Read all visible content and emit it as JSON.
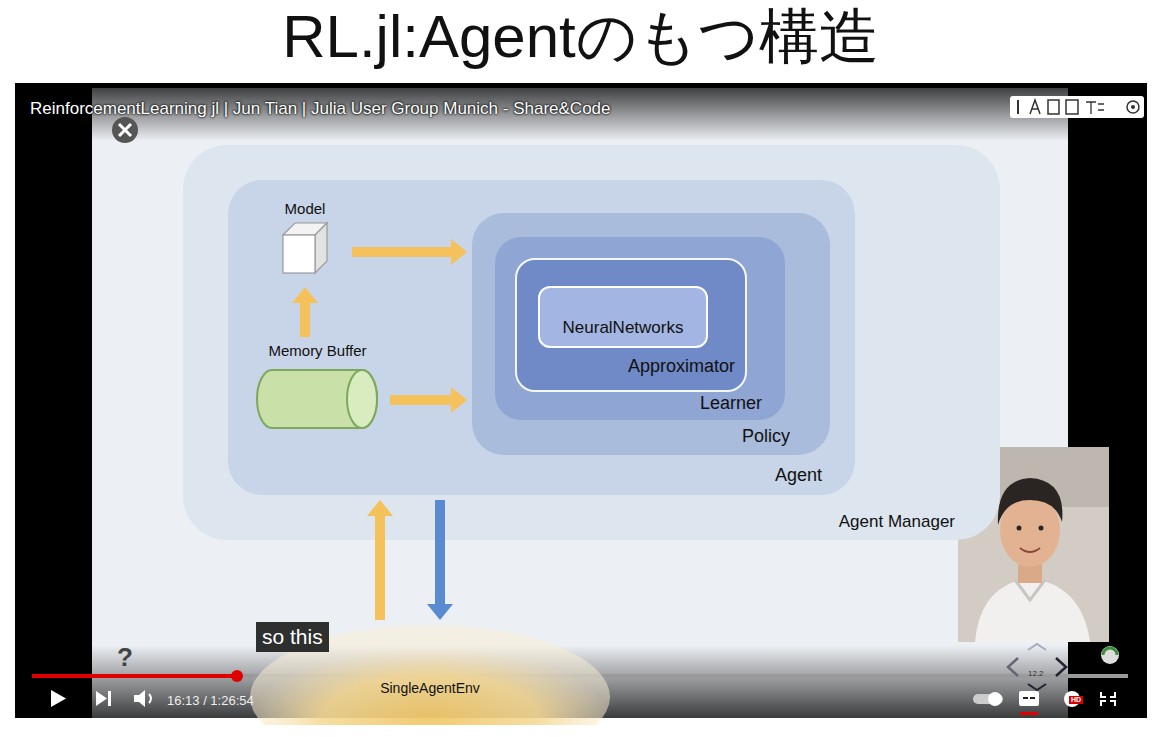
{
  "diagram": {
    "title": "RL.jl:Agentのもつ構造",
    "nodes": [
      {
        "text": [
          "Agent Manager"
        ]
      },
      {
        "text": [
          "Agent"
        ],
        "in": 0
      },
      {
        "text": [
          "Model"
        ],
        "in": 1
      },
      {
        "text": [
          "Memory Buffer"
        ],
        "in": 1
      },
      {
        "text": [
          "Policy"
        ],
        "in": 1
      },
      {
        "text": [
          "Learner"
        ],
        "in": 4
      },
      {
        "text": [
          "Approximator"
        ],
        "in": 5
      },
      {
        "text": [
          "NeuralNetworks"
        ],
        "in": 6
      },
      {
        "text": [
          "SingleAgentEnv"
        ]
      }
    ],
    "edges": [
      {
        "from": 3,
        "to": 2,
        "arrow": "to"
      },
      {
        "from": 2,
        "to": 4,
        "arrow": "to"
      },
      {
        "from": 3,
        "to": 4,
        "arrow": "to"
      },
      {
        "from": 8,
        "to": 1,
        "arrow": "to"
      },
      {
        "from": 1,
        "to": 8,
        "arrow": "to"
      }
    ],
    "labels": [
      "ReinforcementLearning jl | Jun Tian | Julia User Group Munich - Share&Code",
      "so this",
      "?",
      "16:13 / 1:26:54",
      "12.2",
      "HD"
    ]
  }
}
